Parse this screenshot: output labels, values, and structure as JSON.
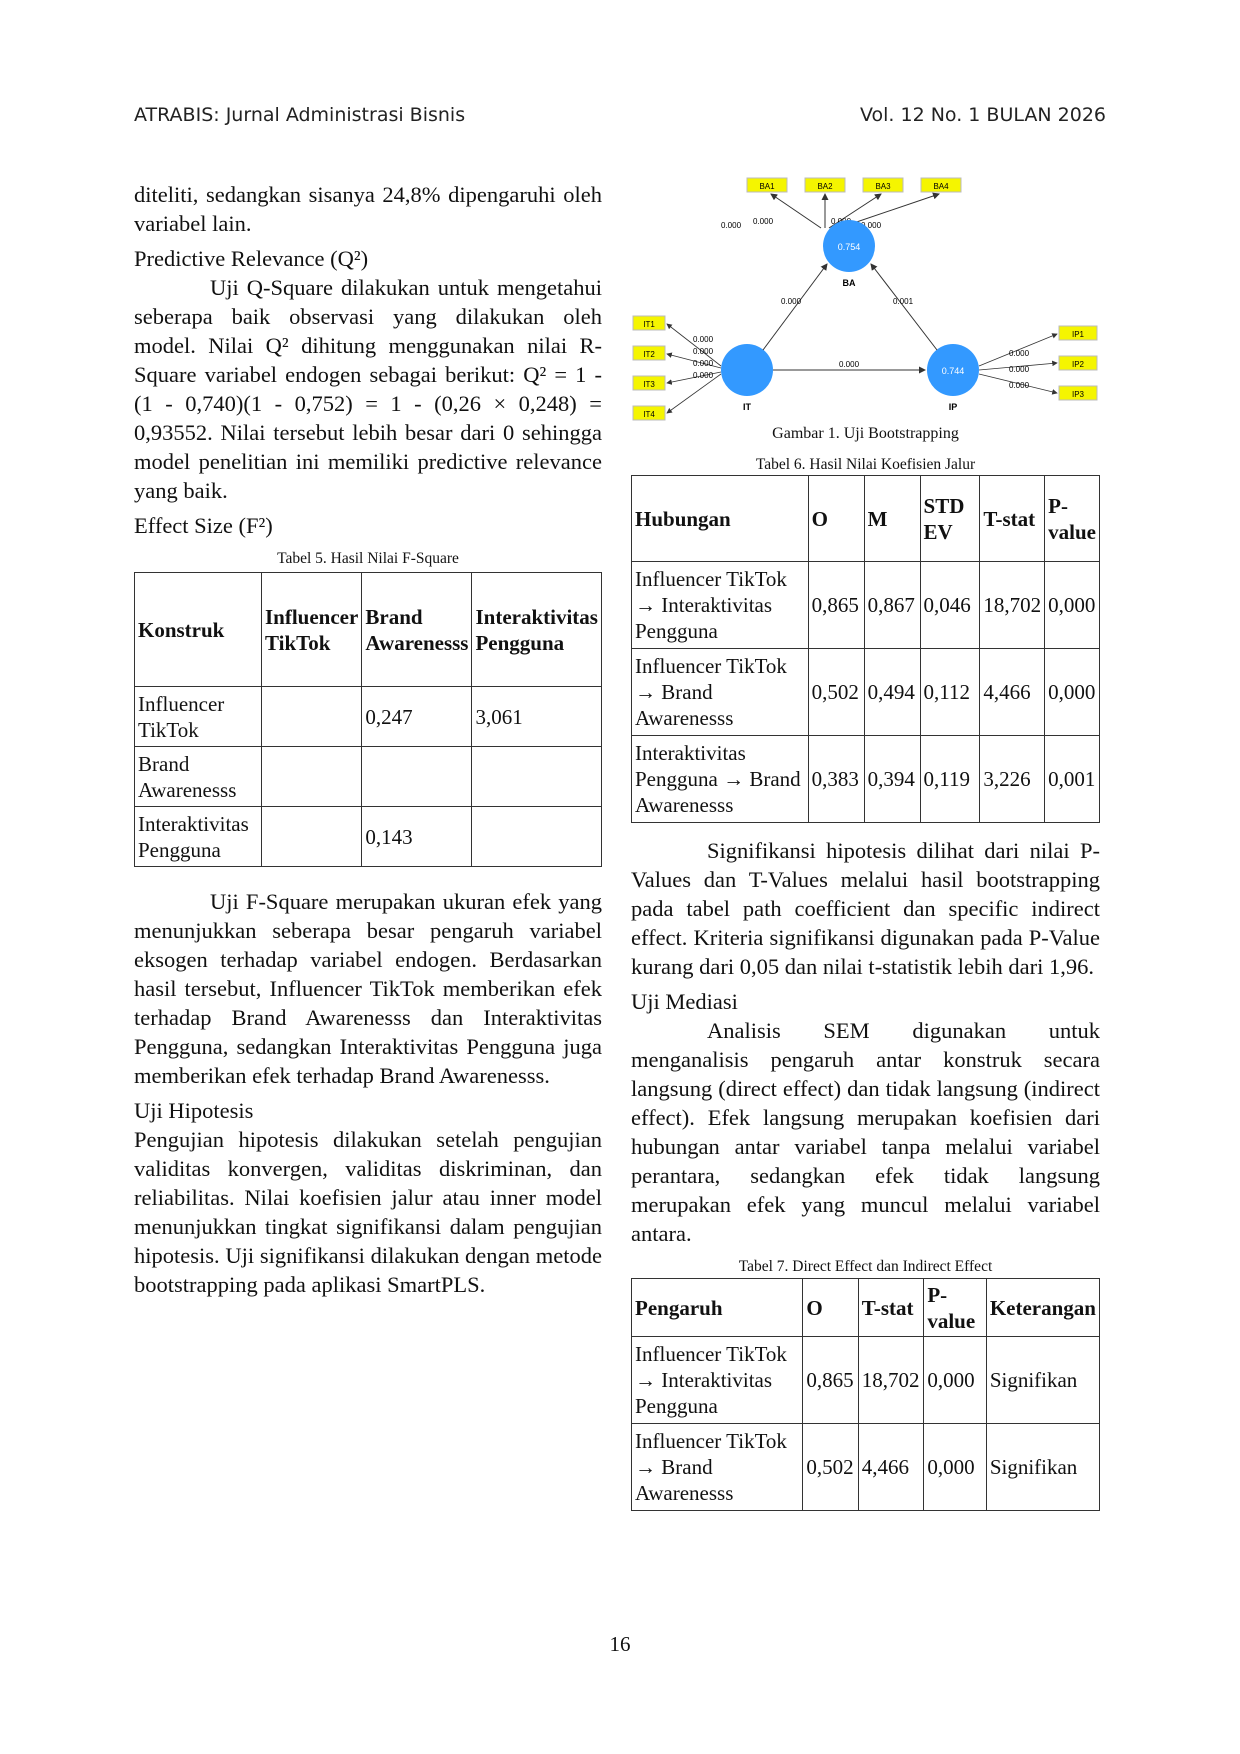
{
  "header": {
    "journal": "ATRABIS: Jurnal Administrasi Bisnis",
    "volume": "Vol. 12 No. 1 BULAN 2026"
  },
  "left": {
    "intro": "diteliti, sedangkan sisanya 24,8% dipengaruhi oleh variabel lain.",
    "q2_heading": "Predictive Relevance (Q²)",
    "q2_text": "Uji Q-Square dilakukan untuk mengetahui seberapa baik observasi yang dilakukan oleh model. Nilai Q² dihitung menggunakan nilai R-Square variabel endogen sebagai berikut: Q² = 1 - (1 - 0,740)(1 - 0,752) = 1 - (0,26 × 0,248) = 0,93552. Nilai tersebut lebih besar dari 0 sehingga model penelitian ini memiliki predictive relevance yang baik.",
    "f2_heading": "Effect Size (F²)",
    "table5": {
      "caption": "Tabel 5. Hasil Nilai F-Square",
      "headers": [
        "Konstruk",
        "Influencer TikTok",
        "Brand Awarenesss",
        "Interaktivitas Pengguna"
      ],
      "rows": [
        [
          "Influencer TikTok",
          "",
          "0,247",
          "3,061"
        ],
        [
          "Brand Awarenesss",
          "",
          "",
          ""
        ],
        [
          "Interaktivitas Pengguna",
          "",
          "0,143",
          ""
        ]
      ]
    },
    "f2_text": "Uji F-Square merupakan ukuran efek yang menunjukkan seberapa besar pengaruh variabel eksogen terhadap variabel endogen. Berdasarkan hasil tersebut, Influencer TikTok memberikan efek terhadap Brand Awarenesss dan Interaktivitas Pengguna, sedangkan Interaktivitas Pengguna juga memberikan efek terhadap Brand Awarenesss.",
    "hyp_heading": "Uji Hipotesis",
    "hyp_text": "Pengujian hipotesis dilakukan setelah pengujian validitas konvergen, validitas diskriminan, dan reliabilitas. Nilai koefisien jalur atau inner model menunjukkan tingkat signifikansi dalam pengujian hipotesis. Uji signifikansi dilakukan dengan metode bootstrapping pada aplikasi SmartPLS."
  },
  "figure": {
    "caption": "Gambar 1. Uji Bootstrapping",
    "nodes": {
      "ba": "BA",
      "it": "IT",
      "ip": "IP",
      "ba_value": "0.754",
      "ip_value": "0.744"
    },
    "ba_indicators": [
      "BA1",
      "BA2",
      "BA3",
      "BA4"
    ],
    "it_indicators": [
      "IT1",
      "IT2",
      "IT3",
      "IT4"
    ],
    "ip_indicators": [
      "IP1",
      "IP2",
      "IP3"
    ],
    "ba_loadings": [
      "0.000",
      "0.000",
      "0.000",
      "0.000"
    ],
    "it_loadings": [
      "0.000",
      "0.000",
      "0.000",
      "0.000"
    ],
    "ip_loadings": [
      "0.000",
      "0.000",
      "0.000"
    ],
    "path_it_ba": "0.000",
    "path_ip_ba": "0.001",
    "path_it_ip": "0.000"
  },
  "table6": {
    "caption": "Tabel 6. Hasil Nilai Koefisien Jalur",
    "headers": [
      "Hubungan",
      "O",
      "M",
      "STD EV",
      "T-stat",
      "P-value"
    ],
    "rows": [
      [
        "Influencer TikTok → Interaktivitas Pengguna",
        "0,865",
        "0,867",
        "0,046",
        "18,702",
        "0,000"
      ],
      [
        "Influencer TikTok → Brand Awarenesss",
        "0,502",
        "0,494",
        "0,112",
        "4,466",
        "0,000"
      ],
      [
        "Interaktivitas Pengguna → Brand Awarenesss",
        "0,383",
        "0,394",
        "0,119",
        "3,226",
        "0,001"
      ]
    ]
  },
  "right": {
    "sig_text": "Signifikansi hipotesis dilihat dari nilai P-Values dan T-Values melalui hasil bootstrapping pada tabel path coefficient dan specific indirect effect. Kriteria signifikansi digunakan pada P-Value kurang dari 0,05 dan nilai t-statistik lebih dari 1,96.",
    "med_heading": "Uji Mediasi",
    "med_text": "Analisis SEM digunakan untuk menganalisis pengaruh antar konstruk secara langsung (direct effect) dan tidak langsung (indirect effect). Efek langsung merupakan koefisien dari hubungan antar variabel tanpa melalui variabel perantara, sedangkan efek tidak langsung merupakan efek yang muncul melalui variabel antara."
  },
  "table7": {
    "caption": "Tabel 7. Direct Effect dan Indirect Effect",
    "headers": [
      "Pengaruh",
      "O",
      "T-stat",
      "P-value",
      "Keterangan"
    ],
    "rows": [
      [
        "Influencer TikTok → Interaktivitas Pengguna",
        "0,865",
        "18,702",
        "0,000",
        "Signifikan"
      ],
      [
        "Influencer TikTok → Brand Awarenesss",
        "0,502",
        "4,466",
        "0,000",
        "Signifikan"
      ]
    ]
  },
  "page_number": "16"
}
